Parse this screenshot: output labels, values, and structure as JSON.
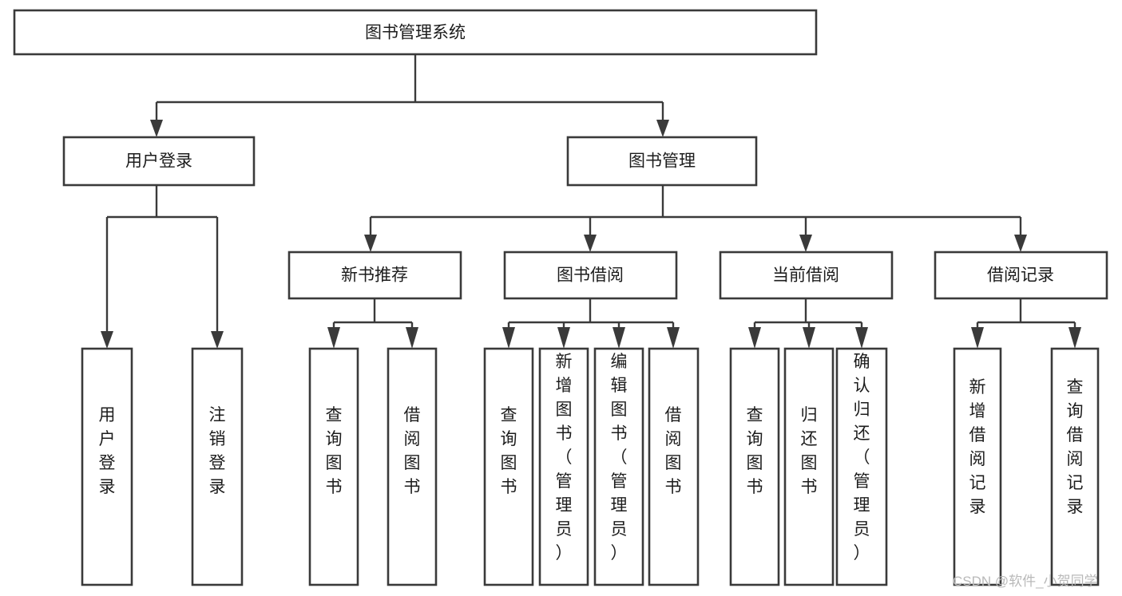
{
  "diagram": {
    "type": "tree-hierarchy-chart",
    "title": "图书管理系统",
    "orientation": "top-down",
    "colors": {
      "box_stroke": "#3a3a3a",
      "box_fill": "#ffffff",
      "connector": "#3a3a3a",
      "text": "#1c1c1c",
      "background": "#ffffff",
      "watermark": "#b9b9b9"
    },
    "root": {
      "id": "root",
      "label": "图书管理系统",
      "orientation": "horizontal"
    },
    "level1": [
      {
        "id": "user-login",
        "label": "用户登录",
        "orientation": "horizontal"
      },
      {
        "id": "book-management",
        "label": "图书管理",
        "orientation": "horizontal"
      }
    ],
    "level2": [
      {
        "id": "new-book-recommend",
        "label": "新书推荐",
        "parent": "book-management",
        "orientation": "horizontal"
      },
      {
        "id": "book-borrow",
        "label": "图书借阅",
        "parent": "book-management",
        "orientation": "horizontal"
      },
      {
        "id": "current-borrow",
        "label": "当前借阅",
        "parent": "book-management",
        "orientation": "horizontal"
      },
      {
        "id": "borrow-record",
        "label": "借阅记录",
        "parent": "book-management",
        "orientation": "horizontal"
      }
    ],
    "leaves": [
      {
        "id": "leaf-user-login",
        "label": "用户登录",
        "parent": "user-login",
        "orientation": "vertical"
      },
      {
        "id": "leaf-logout-login",
        "label": "注销登录",
        "parent": "user-login",
        "orientation": "vertical"
      },
      {
        "id": "leaf-query-book-1",
        "label": "查询图书",
        "parent": "new-book-recommend",
        "orientation": "vertical"
      },
      {
        "id": "leaf-borrow-book-1",
        "label": "借阅图书",
        "parent": "new-book-recommend",
        "orientation": "vertical"
      },
      {
        "id": "leaf-query-book-2",
        "label": "查询图书",
        "parent": "book-borrow",
        "orientation": "vertical"
      },
      {
        "id": "leaf-add-book",
        "label": "新增图书（管理员）",
        "parent": "book-borrow",
        "orientation": "vertical"
      },
      {
        "id": "leaf-edit-book",
        "label": "编辑图书（管理员）",
        "parent": "book-borrow",
        "orientation": "vertical"
      },
      {
        "id": "leaf-borrow-book-2",
        "label": "借阅图书",
        "parent": "book-borrow",
        "orientation": "vertical"
      },
      {
        "id": "leaf-query-book-3",
        "label": "查询图书",
        "parent": "current-borrow",
        "orientation": "vertical"
      },
      {
        "id": "leaf-return-book",
        "label": "归还图书",
        "parent": "current-borrow",
        "orientation": "vertical"
      },
      {
        "id": "leaf-confirm-return",
        "label": "确认归还（管理员）",
        "parent": "current-borrow",
        "orientation": "vertical"
      },
      {
        "id": "leaf-add-record",
        "label": "新增借阅记录",
        "parent": "borrow-record",
        "orientation": "vertical"
      },
      {
        "id": "leaf-query-record",
        "label": "查询借阅记录",
        "parent": "borrow-record",
        "orientation": "vertical"
      }
    ],
    "watermark": "CSDN @软件_小贺同学"
  }
}
